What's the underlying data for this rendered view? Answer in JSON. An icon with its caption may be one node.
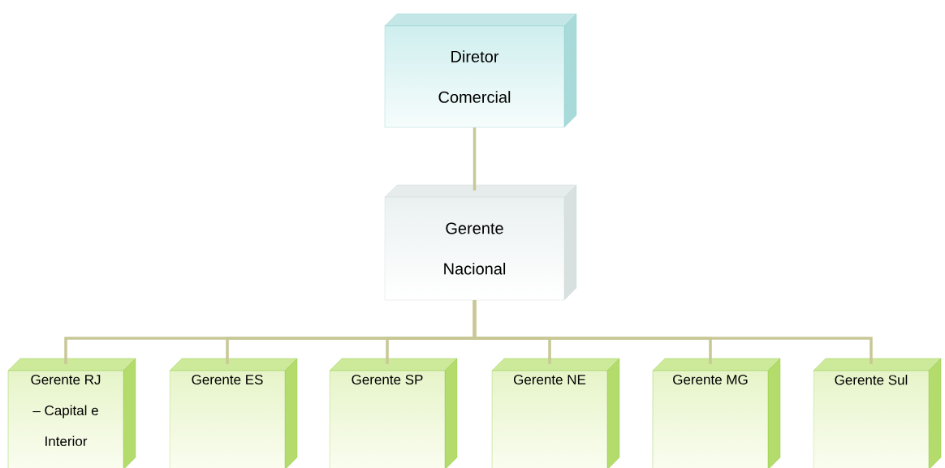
{
  "diagram": {
    "nodes": [
      {
        "text": [
          "Diretor Comercial"
        ]
      },
      {
        "text": [
          "Gerente Nacional"
        ]
      },
      {
        "text": [
          "Gerente RJ – Capital e Interior"
        ]
      },
      {
        "text": [
          "Gerente ES"
        ]
      },
      {
        "text": [
          "Gerente SP"
        ]
      },
      {
        "text": [
          "Gerente NE"
        ]
      },
      {
        "text": [
          "Gerente MG"
        ]
      },
      {
        "text": [
          "Gerente Sul"
        ]
      }
    ],
    "edges": [
      {
        "from": 0,
        "to": 1,
        "arrow": "none"
      },
      {
        "from": 1,
        "to": 2,
        "arrow": "none"
      },
      {
        "from": 1,
        "to": 3,
        "arrow": "none"
      },
      {
        "from": 1,
        "to": 4,
        "arrow": "none"
      },
      {
        "from": 1,
        "to": 5,
        "arrow": "none"
      },
      {
        "from": 1,
        "to": 6,
        "arrow": "none"
      },
      {
        "from": 1,
        "to": 7,
        "arrow": "none"
      }
    ]
  }
}
